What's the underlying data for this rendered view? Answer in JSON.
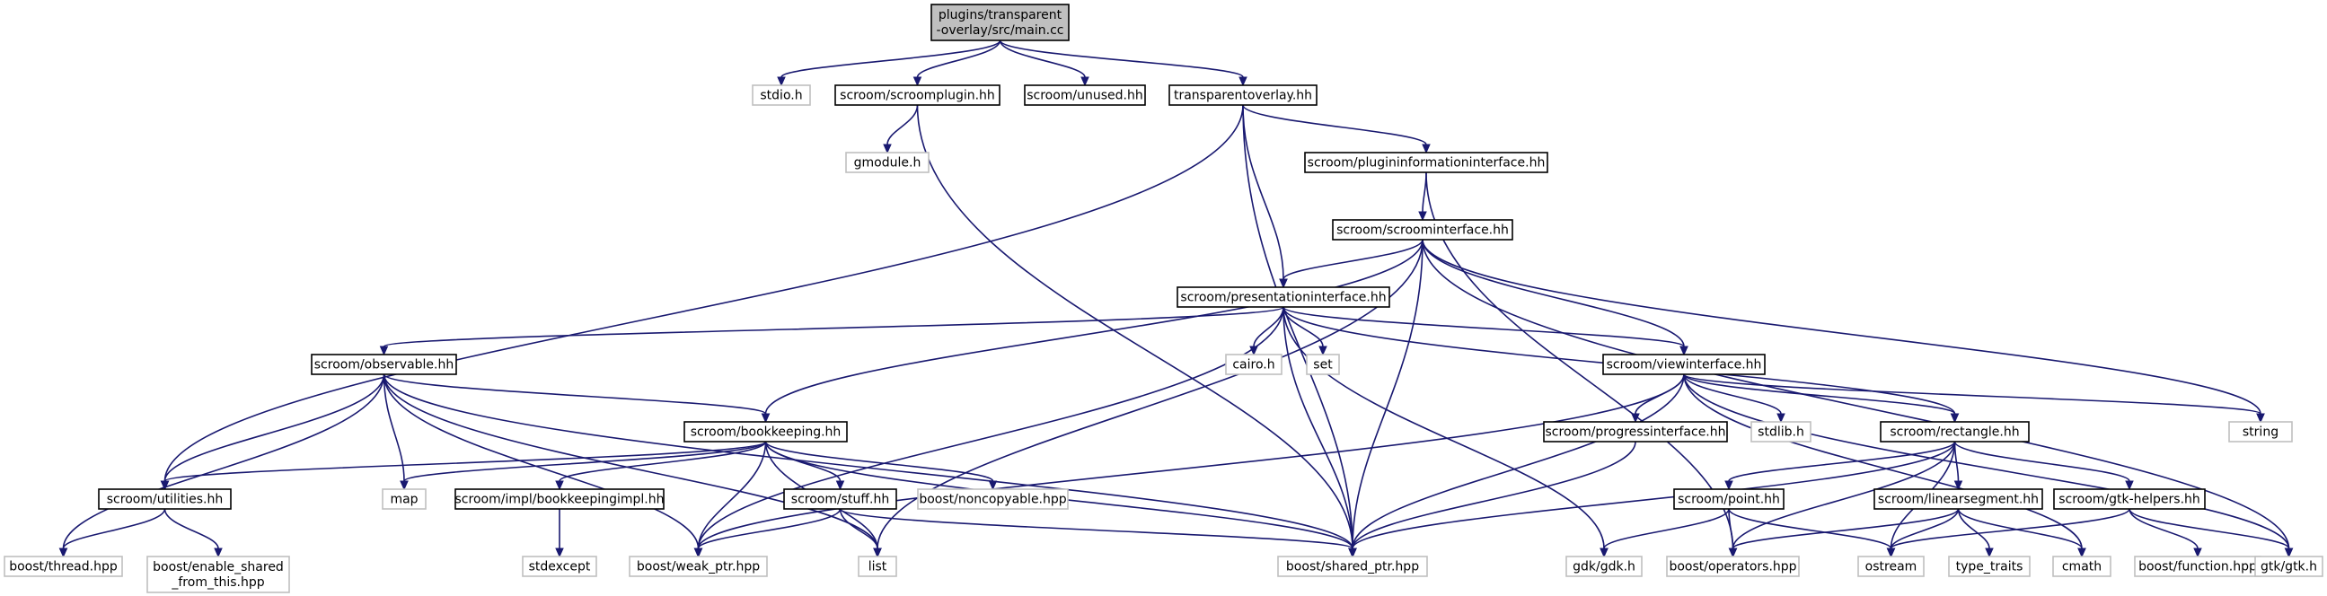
{
  "colors": {
    "edge": "#191970",
    "node_border_project": "#000000",
    "node_border_external": "#bfbfbf",
    "node_fill": "#ffffff",
    "root_fill": "#bfbfbf"
  },
  "nodes": [
    {
      "id": "root",
      "lines": [
        "plugins/transparent",
        "-overlay/src/main.cc"
      ],
      "kind": "root"
    },
    {
      "id": "stdio",
      "lines": [
        "stdio.h"
      ],
      "kind": "external"
    },
    {
      "id": "scroomplugin",
      "lines": [
        "scroom/scroomplugin.hh"
      ],
      "kind": "project"
    },
    {
      "id": "unused",
      "lines": [
        "scroom/unused.hh"
      ],
      "kind": "project"
    },
    {
      "id": "transparentoverlay",
      "lines": [
        "transparentoverlay.hh"
      ],
      "kind": "project"
    },
    {
      "id": "gmodule",
      "lines": [
        "gmodule.h"
      ],
      "kind": "external"
    },
    {
      "id": "plugininfo",
      "lines": [
        "scroom/plugininformationinterface.hh"
      ],
      "kind": "project"
    },
    {
      "id": "scroominterface",
      "lines": [
        "scroom/scroominterface.hh"
      ],
      "kind": "project"
    },
    {
      "id": "presentation",
      "lines": [
        "scroom/presentationinterface.hh"
      ],
      "kind": "project"
    },
    {
      "id": "observable",
      "lines": [
        "scroom/observable.hh"
      ],
      "kind": "project"
    },
    {
      "id": "cairo",
      "lines": [
        "cairo.h"
      ],
      "kind": "external"
    },
    {
      "id": "set",
      "lines": [
        "set"
      ],
      "kind": "external"
    },
    {
      "id": "viewinterface",
      "lines": [
        "scroom/viewinterface.hh"
      ],
      "kind": "project"
    },
    {
      "id": "string",
      "lines": [
        "string"
      ],
      "kind": "external"
    },
    {
      "id": "bookkeeping",
      "lines": [
        "scroom/bookkeeping.hh"
      ],
      "kind": "project"
    },
    {
      "id": "progress",
      "lines": [
        "scroom/progressinterface.hh"
      ],
      "kind": "project"
    },
    {
      "id": "stdlib",
      "lines": [
        "stdlib.h"
      ],
      "kind": "external"
    },
    {
      "id": "rectangle",
      "lines": [
        "scroom/rectangle.hh"
      ],
      "kind": "project"
    },
    {
      "id": "utilities",
      "lines": [
        "scroom/utilities.hh"
      ],
      "kind": "project"
    },
    {
      "id": "map",
      "lines": [
        "map"
      ],
      "kind": "external"
    },
    {
      "id": "bookkeepingimpl",
      "lines": [
        "scroom/impl/bookkeepingimpl.hh"
      ],
      "kind": "project"
    },
    {
      "id": "stuff",
      "lines": [
        "scroom/stuff.hh"
      ],
      "kind": "project"
    },
    {
      "id": "noncopyable",
      "lines": [
        "boost/noncopyable.hpp"
      ],
      "kind": "external"
    },
    {
      "id": "point",
      "lines": [
        "scroom/point.hh"
      ],
      "kind": "project"
    },
    {
      "id": "linearsegment",
      "lines": [
        "scroom/linearsegment.hh"
      ],
      "kind": "project"
    },
    {
      "id": "gtkhelpers",
      "lines": [
        "scroom/gtk-helpers.hh"
      ],
      "kind": "project"
    },
    {
      "id": "thread",
      "lines": [
        "boost/thread.hpp"
      ],
      "kind": "external"
    },
    {
      "id": "enable_shared",
      "lines": [
        "boost/enable_shared",
        "_from_this.hpp"
      ],
      "kind": "external"
    },
    {
      "id": "stdexcept",
      "lines": [
        "stdexcept"
      ],
      "kind": "external"
    },
    {
      "id": "weak_ptr",
      "lines": [
        "boost/weak_ptr.hpp"
      ],
      "kind": "external"
    },
    {
      "id": "list",
      "lines": [
        "list"
      ],
      "kind": "external"
    },
    {
      "id": "shared_ptr",
      "lines": [
        "boost/shared_ptr.hpp"
      ],
      "kind": "external"
    },
    {
      "id": "gdk",
      "lines": [
        "gdk/gdk.h"
      ],
      "kind": "external"
    },
    {
      "id": "operators",
      "lines": [
        "boost/operators.hpp"
      ],
      "kind": "external"
    },
    {
      "id": "ostream",
      "lines": [
        "ostream"
      ],
      "kind": "external"
    },
    {
      "id": "type_traits",
      "lines": [
        "type_traits"
      ],
      "kind": "external"
    },
    {
      "id": "cmath",
      "lines": [
        "cmath"
      ],
      "kind": "external"
    },
    {
      "id": "function",
      "lines": [
        "boost/function.hpp"
      ],
      "kind": "external"
    },
    {
      "id": "gtk",
      "lines": [
        "gtk/gtk.h"
      ],
      "kind": "external"
    }
  ],
  "edges": [
    [
      "root",
      "stdio"
    ],
    [
      "root",
      "scroomplugin"
    ],
    [
      "root",
      "unused"
    ],
    [
      "root",
      "transparentoverlay"
    ],
    [
      "scroomplugin",
      "gmodule"
    ],
    [
      "scroomplugin",
      "shared_ptr"
    ],
    [
      "transparentoverlay",
      "plugininfo"
    ],
    [
      "transparentoverlay",
      "presentation"
    ],
    [
      "transparentoverlay",
      "utilities"
    ],
    [
      "transparentoverlay",
      "shared_ptr"
    ],
    [
      "plugininfo",
      "scroominterface"
    ],
    [
      "plugininfo",
      "operators"
    ],
    [
      "scroominterface",
      "presentation"
    ],
    [
      "scroominterface",
      "viewinterface"
    ],
    [
      "scroominterface",
      "bookkeeping"
    ],
    [
      "scroominterface",
      "shared_ptr"
    ],
    [
      "scroominterface",
      "list"
    ],
    [
      "scroominterface",
      "string"
    ],
    [
      "scroominterface",
      "gtk"
    ],
    [
      "presentation",
      "observable"
    ],
    [
      "presentation",
      "cairo"
    ],
    [
      "presentation",
      "set"
    ],
    [
      "presentation",
      "viewinterface"
    ],
    [
      "presentation",
      "rectangle"
    ],
    [
      "presentation",
      "gdk"
    ],
    [
      "presentation",
      "shared_ptr"
    ],
    [
      "presentation",
      "weak_ptr"
    ],
    [
      "observable",
      "bookkeeping"
    ],
    [
      "observable",
      "utilities"
    ],
    [
      "observable",
      "map"
    ],
    [
      "observable",
      "thread"
    ],
    [
      "observable",
      "weak_ptr"
    ],
    [
      "observable",
      "list"
    ],
    [
      "observable",
      "shared_ptr"
    ],
    [
      "viewinterface",
      "progress"
    ],
    [
      "viewinterface",
      "stdlib"
    ],
    [
      "viewinterface",
      "rectangle"
    ],
    [
      "viewinterface",
      "string"
    ],
    [
      "viewinterface",
      "gtk"
    ],
    [
      "viewinterface",
      "cmath"
    ],
    [
      "viewinterface",
      "shared_ptr"
    ],
    [
      "viewinterface",
      "weak_ptr"
    ],
    [
      "bookkeeping",
      "utilities"
    ],
    [
      "bookkeeping",
      "map"
    ],
    [
      "bookkeeping",
      "bookkeepingimpl"
    ],
    [
      "bookkeeping",
      "stuff"
    ],
    [
      "bookkeeping",
      "noncopyable"
    ],
    [
      "bookkeeping",
      "weak_ptr"
    ],
    [
      "bookkeeping",
      "list"
    ],
    [
      "bookkeeping",
      "shared_ptr"
    ],
    [
      "progress",
      "shared_ptr"
    ],
    [
      "rectangle",
      "point"
    ],
    [
      "rectangle",
      "linearsegment"
    ],
    [
      "rectangle",
      "gtkhelpers"
    ],
    [
      "rectangle",
      "ostream"
    ],
    [
      "rectangle",
      "operators"
    ],
    [
      "rectangle",
      "shared_ptr"
    ],
    [
      "utilities",
      "thread"
    ],
    [
      "utilities",
      "enable_shared"
    ],
    [
      "bookkeepingimpl",
      "stdexcept"
    ],
    [
      "stuff",
      "weak_ptr"
    ],
    [
      "stuff",
      "list"
    ],
    [
      "stuff",
      "shared_ptr"
    ],
    [
      "point",
      "gdk"
    ],
    [
      "point",
      "operators"
    ],
    [
      "point",
      "ostream"
    ],
    [
      "linearsegment",
      "operators"
    ],
    [
      "linearsegment",
      "ostream"
    ],
    [
      "linearsegment",
      "type_traits"
    ],
    [
      "linearsegment",
      "cmath"
    ],
    [
      "gtkhelpers",
      "ostream"
    ],
    [
      "gtkhelpers",
      "function"
    ],
    [
      "gtkhelpers",
      "gtk"
    ]
  ]
}
